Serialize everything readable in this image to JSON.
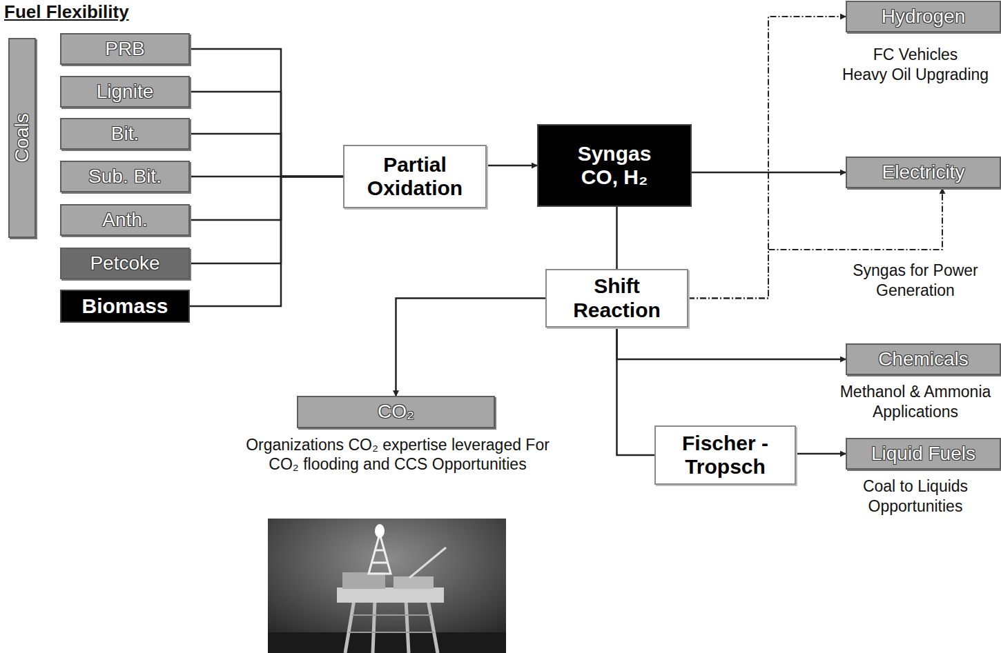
{
  "diagram": {
    "title": "Fuel Flexibility",
    "nodes": [
      {
        "text": [
          "Coals"
        ]
      },
      {
        "text": [
          "PRB"
        ]
      },
      {
        "text": [
          "Lignite"
        ]
      },
      {
        "text": [
          "Bit."
        ]
      },
      {
        "text": [
          "Sub. Bit."
        ]
      },
      {
        "text": [
          "Anth."
        ]
      },
      {
        "text": [
          "Petcoke"
        ]
      },
      {
        "text": [
          "Biomass"
        ]
      },
      {
        "text": [
          "Partial Oxidation"
        ]
      },
      {
        "text": [
          "Syngas CO, H₂"
        ]
      },
      {
        "text": [
          "Hydrogen",
          "FC Vehicles",
          "Heavy Oil Upgrading"
        ]
      },
      {
        "text": [
          "Electricity"
        ]
      },
      {
        "text": [
          "Shift Reaction"
        ]
      },
      {
        "text": [
          "CO₂",
          "Organizations CO₂ expertise leveraged For CO₂ flooding and CCS Opportunities"
        ]
      },
      {
        "text": [
          "Chemicals",
          "Methanol & Ammonia Applications"
        ]
      },
      {
        "text": [
          "Fischer - Tropsch"
        ]
      },
      {
        "text": [
          "Liquid Fuels",
          "Coal to Liquids Opportunities"
        ]
      }
    ],
    "edges": [
      {
        "from": 1,
        "to": 8,
        "arrow": "none"
      },
      {
        "from": 2,
        "to": 8,
        "arrow": "none"
      },
      {
        "from": 3,
        "to": 8,
        "arrow": "none"
      },
      {
        "from": 4,
        "to": 8,
        "arrow": "none"
      },
      {
        "from": 5,
        "to": 8,
        "arrow": "none"
      },
      {
        "from": 6,
        "to": 8,
        "arrow": "none"
      },
      {
        "from": 7,
        "to": 8,
        "arrow": "none"
      },
      {
        "from": 8,
        "to": 9,
        "arrow": "to"
      },
      {
        "from": 9,
        "to": 11,
        "arrow": "to"
      },
      {
        "from": 9,
        "to": 12,
        "arrow": "none"
      },
      {
        "from": 12,
        "to": 10,
        "arrow": "to"
      },
      {
        "from": 12,
        "to": 11,
        "arrow": "to"
      },
      {
        "from": 12,
        "to": 13,
        "arrow": "to"
      },
      {
        "from": 12,
        "to": 14,
        "arrow": "to"
      },
      {
        "from": 12,
        "to": 15,
        "arrow": "none"
      },
      {
        "from": 15,
        "to": 16,
        "arrow": "to"
      }
    ],
    "labels": [
      "Syngas for Power Generation"
    ]
  }
}
